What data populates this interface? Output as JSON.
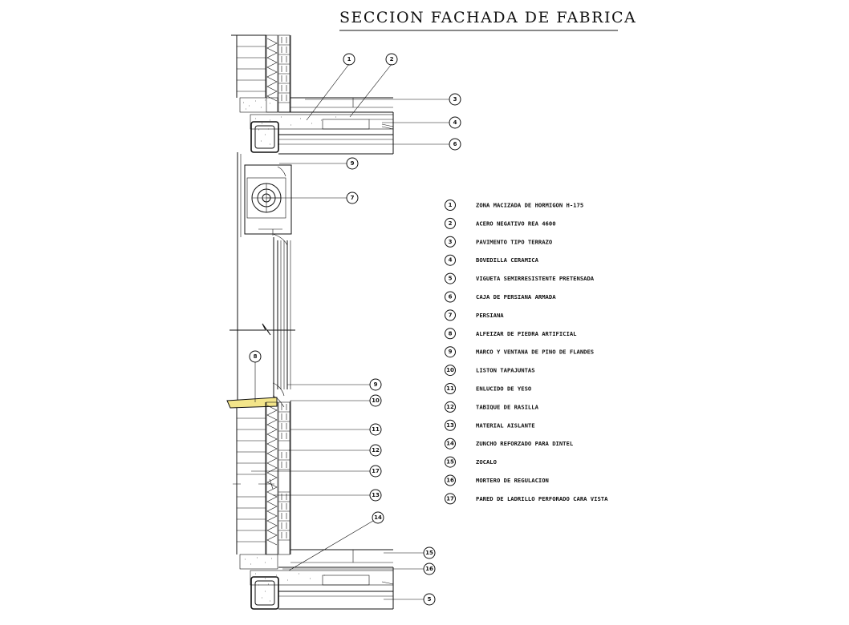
{
  "title": "SECCION FACHADA DE FABRICA",
  "colors": {
    "ink": "#111111",
    "sill_highlight": "#f3e58a",
    "background": "#ffffff"
  },
  "callouts": {
    "c1": "1",
    "c2": "2",
    "c3": "3",
    "c4": "4",
    "c6": "6",
    "c9a": "9",
    "c7": "7",
    "c8": "8",
    "c9b": "9",
    "c10": "10",
    "c11": "11",
    "c12": "12",
    "c17": "17",
    "c13": "13",
    "c14": "14",
    "c15": "15",
    "c16": "16",
    "c5": "5"
  },
  "legend": [
    {
      "num": "1",
      "text": "ZONA MACIZADA DE HORMIGON H-175"
    },
    {
      "num": "2",
      "text": "ACERO NEGATIVO REA 4600"
    },
    {
      "num": "3",
      "text": "PAVIMENTO TIPO TERRAZO"
    },
    {
      "num": "4",
      "text": "BOVEDILLA CERAMICA"
    },
    {
      "num": "5",
      "text": "VIGUETA SEMIRRESISTENTE PRETENSADA"
    },
    {
      "num": "6",
      "text": "CAJA DE PERSIANA ARMADA"
    },
    {
      "num": "7",
      "text": "PERSIANA"
    },
    {
      "num": "8",
      "text": "ALFEIZAR DE PIEDRA ARTIFICIAL"
    },
    {
      "num": "9",
      "text": "MARCO Y VENTANA DE PINO DE FLANDES"
    },
    {
      "num": "10",
      "text": "LISTON TAPAJUNTAS"
    },
    {
      "num": "11",
      "text": "ENLUCIDO DE YESO"
    },
    {
      "num": "12",
      "text": "TABIQUE DE RASILLA"
    },
    {
      "num": "13",
      "text": "MATERIAL AISLANTE"
    },
    {
      "num": "14",
      "text": "ZUNCHO REFORZADO PARA DINTEL"
    },
    {
      "num": "15",
      "text": "ZOCALO"
    },
    {
      "num": "16",
      "text": "MORTERO DE REGULACION"
    },
    {
      "num": "17",
      "text": "PARED DE LADRILLO PERFORADO CARA VISTA"
    }
  ]
}
